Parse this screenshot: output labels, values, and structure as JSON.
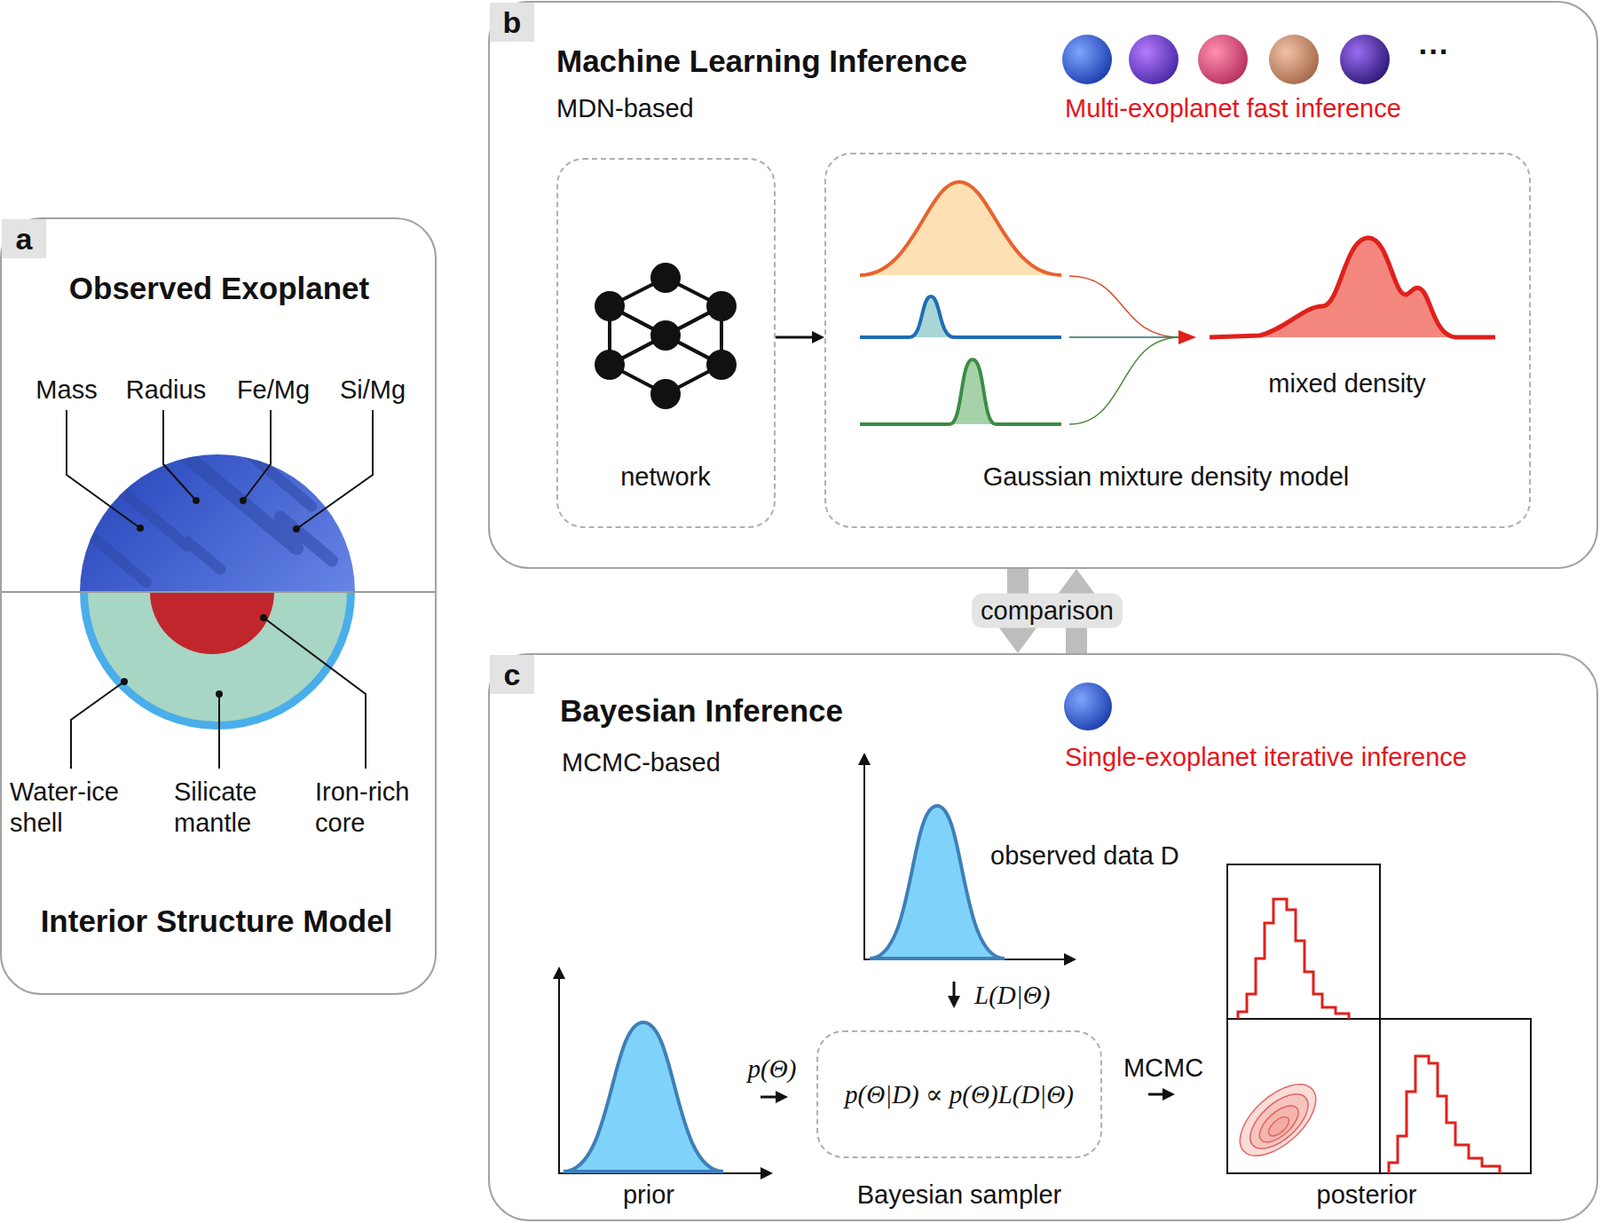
{
  "diagram": {
    "nodes": [
      {
        "text": [
          "a",
          "Observed Exoplanet",
          "Interior Structure Model"
        ]
      },
      {
        "text": [
          "b",
          "Machine Learning Inference",
          "MDN-based",
          "Multi-exoplanet fast inference"
        ]
      },
      {
        "text": [
          "network"
        ],
        "in": 1
      },
      {
        "text": [
          "mixed density",
          "Gaussian mixture density model"
        ],
        "in": 1
      },
      {
        "text": [
          "c",
          "Bayesian Inference",
          "MCMC-based",
          "Single-exoplanet iterative inference"
        ]
      },
      {
        "text": [
          "p(Θ|D) ∝ p(Θ)L(D|Θ)",
          "Bayesian sampler"
        ],
        "in": 4
      }
    ],
    "edges": [
      {
        "from": 2,
        "to": 3,
        "arrow": "to"
      },
      {
        "from": 1,
        "to": 4,
        "arrow": "to",
        "label": "comparison"
      },
      {
        "from": 4,
        "to": 1,
        "arrow": "to"
      }
    ],
    "labels": [
      "Mass",
      "Radius",
      "Fe/Mg",
      "Si/Mg",
      "Water-ice shell",
      "Silicate mantle",
      "Iron-rich core",
      "···",
      "observed data D",
      "L(D|Θ)",
      "prior",
      "p(Θ)",
      "MCMC",
      "posterior"
    ]
  }
}
